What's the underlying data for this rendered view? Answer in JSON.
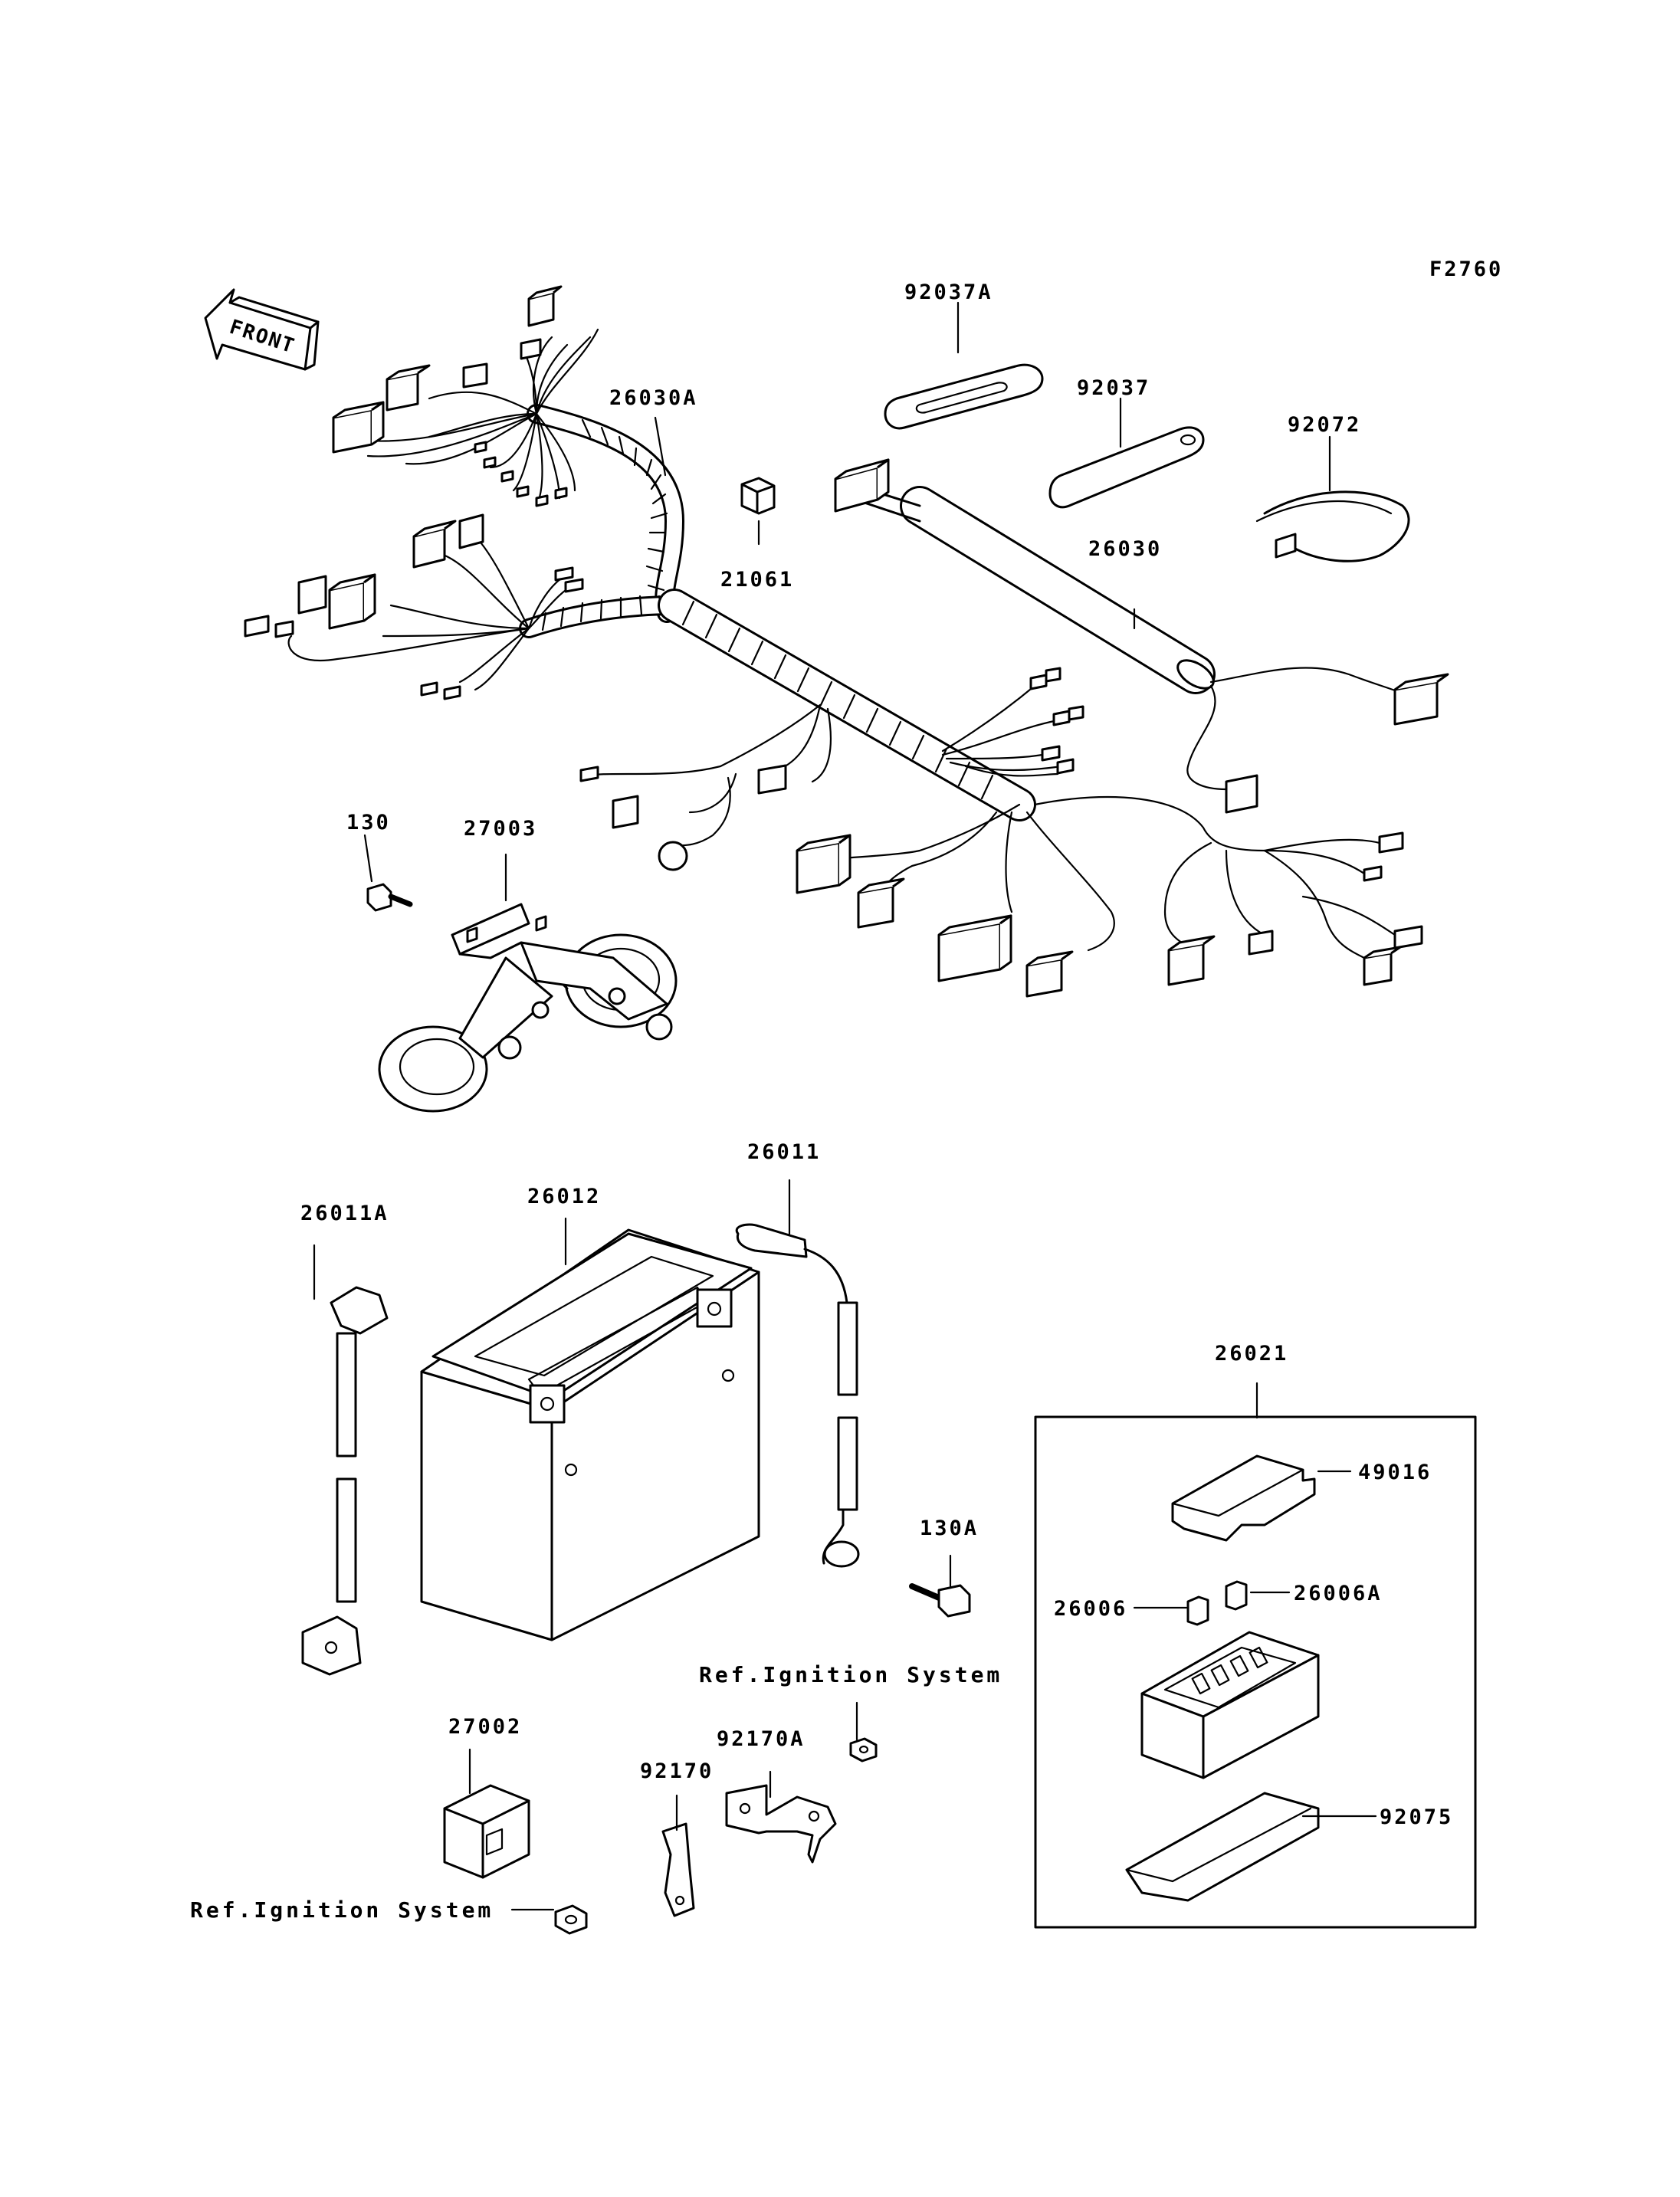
{
  "figure_code": "F2760",
  "front_marker": "FRONT",
  "parts": {
    "p92037A": "92037A",
    "p92037": "92037",
    "p92072": "92072",
    "p26030A": "26030A",
    "p21061": "21061",
    "p26030": "26030",
    "p130": "130",
    "p27003": "27003",
    "p26011": "26011",
    "p26011A": "26011A",
    "p26012": "26012",
    "p26021": "26021",
    "p49016": "49016",
    "p130A": "130A",
    "p26006": "26006",
    "p26006A": "26006A",
    "p27002": "27002",
    "p92170A": "92170A",
    "p92170": "92170",
    "p92075": "92075"
  },
  "references": {
    "ref_upper": "Ref.Ignition System",
    "ref_lower": "Ref.Ignition System"
  }
}
